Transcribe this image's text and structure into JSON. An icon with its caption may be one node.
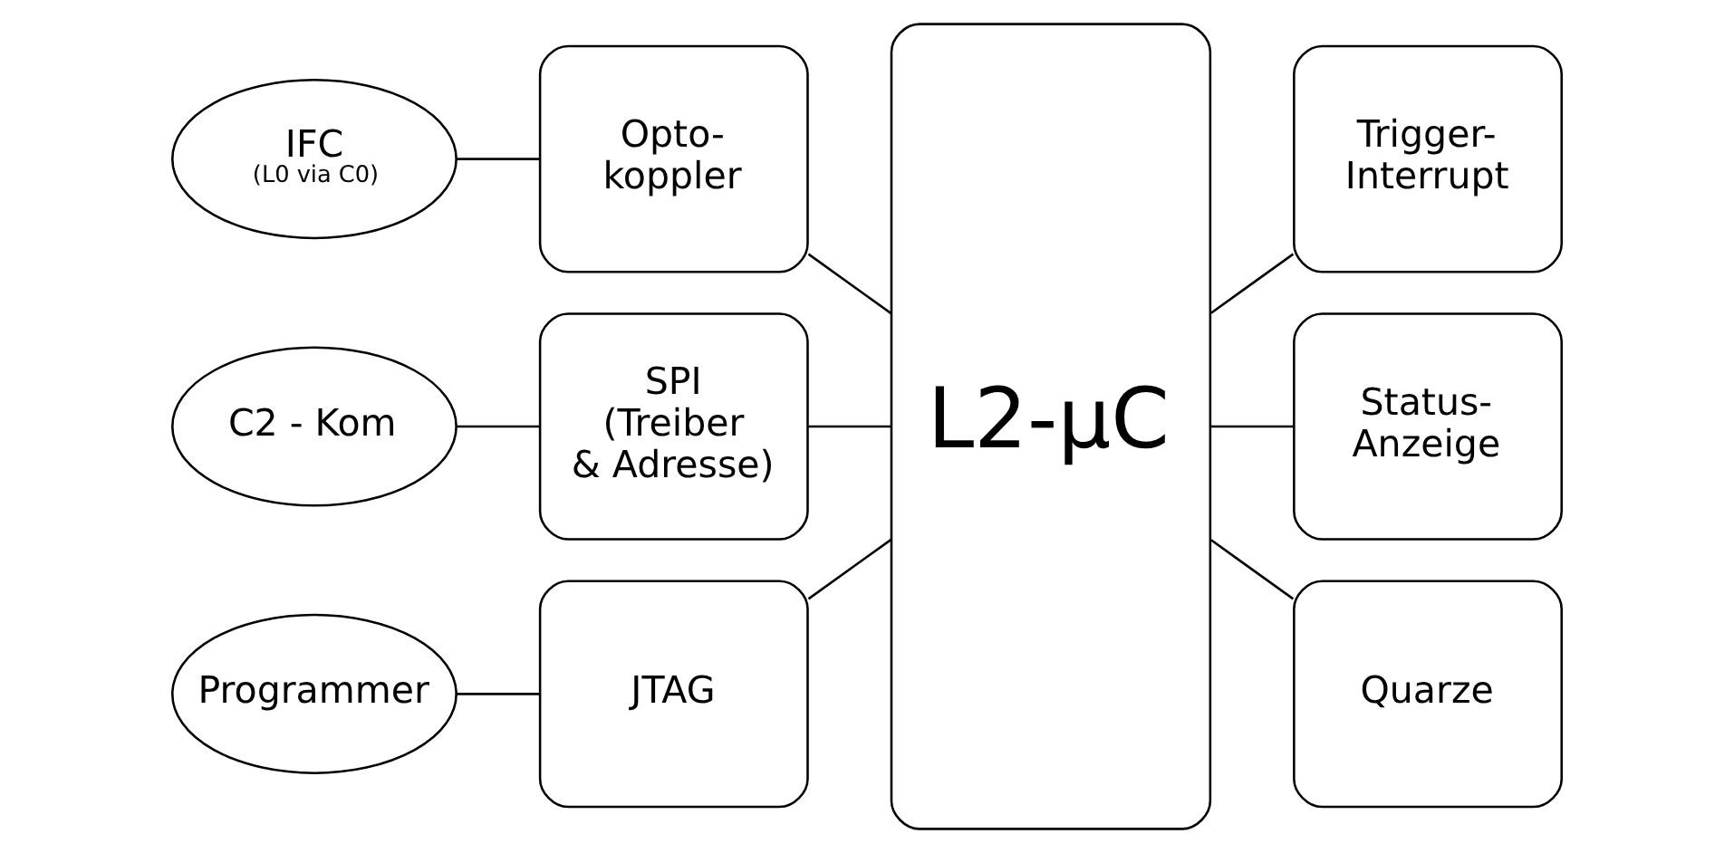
{
  "diagram": {
    "nodes": [
      {
        "text": [
          "IFC",
          "(L0 via C0)"
        ]
      },
      {
        "text": [
          "C2 - Kom"
        ]
      },
      {
        "text": [
          "Programmer"
        ]
      },
      {
        "text": [
          "Opto- koppler"
        ]
      },
      {
        "text": [
          "SPI (Treiber & Adresse)"
        ]
      },
      {
        "text": [
          "JTAG"
        ]
      },
      {
        "text": [
          "L2-µC"
        ]
      },
      {
        "text": [
          "Trigger- Interrupt"
        ]
      },
      {
        "text": [
          "Status- Anzeige"
        ]
      },
      {
        "text": [
          "Quarze"
        ]
      }
    ],
    "edges": [
      {
        "from": 0,
        "to": 3,
        "arrow": "none"
      },
      {
        "from": 1,
        "to": 4,
        "arrow": "none"
      },
      {
        "from": 2,
        "to": 5,
        "arrow": "none"
      },
      {
        "from": 3,
        "to": 6,
        "arrow": "none"
      },
      {
        "from": 4,
        "to": 6,
        "arrow": "none"
      },
      {
        "from": 5,
        "to": 6,
        "arrow": "none"
      },
      {
        "from": 6,
        "to": 7,
        "arrow": "none"
      },
      {
        "from": 6,
        "to": 8,
        "arrow": "none"
      },
      {
        "from": 6,
        "to": 9,
        "arrow": "none"
      }
    ]
  }
}
